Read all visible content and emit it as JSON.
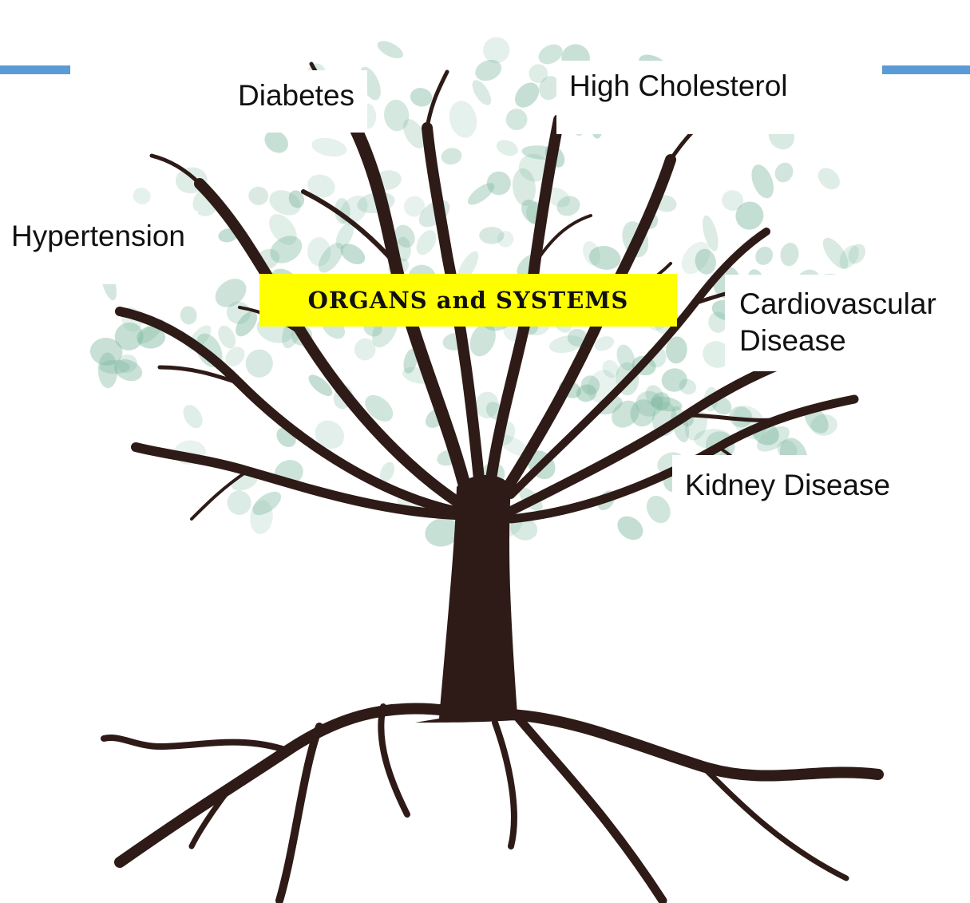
{
  "center_label": "ORGANS and SYSTEMS",
  "branches": {
    "diabetes": "Diabetes",
    "high_cholesterol": "High Cholesterol",
    "hypertension": "Hypertension",
    "cardiovascular_line1": "Cardiovascular",
    "cardiovascular_line2": "Disease",
    "kidney_disease": "Kidney Disease"
  },
  "colors": {
    "trunk": "#2e1a16",
    "foliage": "#7fb8a0",
    "highlight": "#ffff00",
    "accent_bar": "#5b9bd5"
  },
  "icons": [
    "tree-illustration"
  ]
}
